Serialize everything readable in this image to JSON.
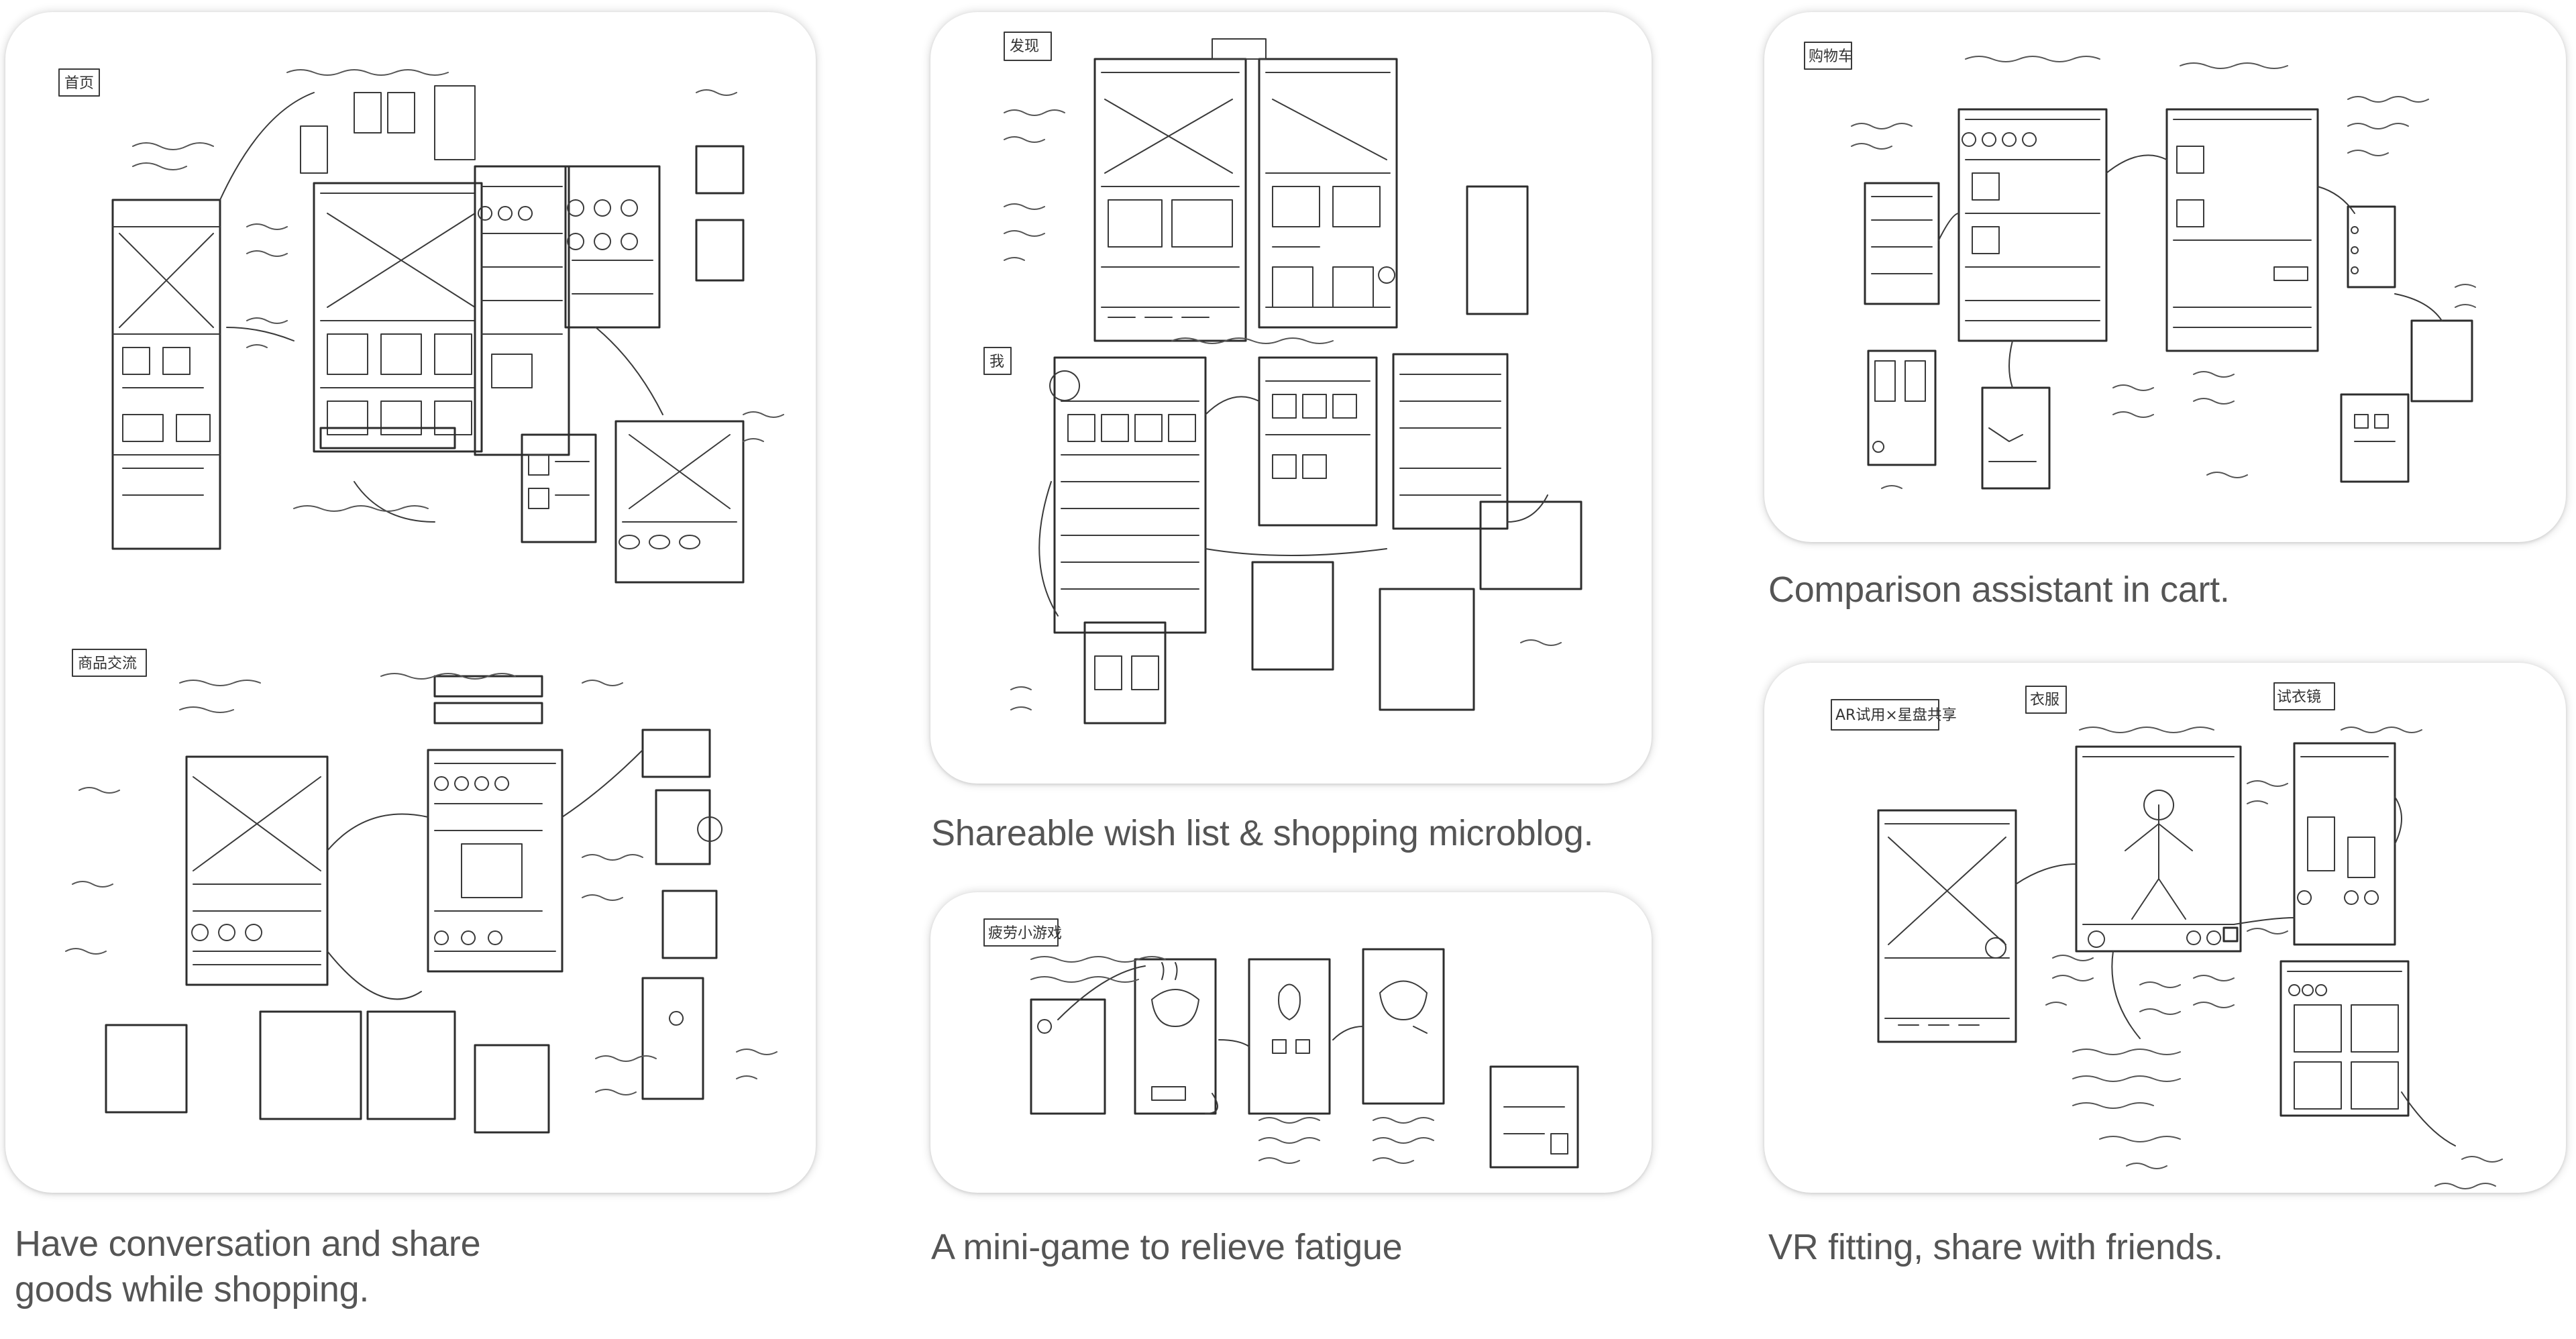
{
  "captions": {
    "conversation": "Have conversation and share goods while shopping.",
    "wishlist": "Shareable wish list & shopping microblog.",
    "minigame": "A mini-game to relieve fatigue",
    "comparison": "Comparison assistant in cart.",
    "vr": "VR fitting, share with friends."
  },
  "sketch_tags": {
    "conversation_top": "首页",
    "conversation_bottom": "商品交流",
    "wishlist_top": "发现",
    "wishlist_mid": "我",
    "minigame": "疲劳小游戏",
    "comparison": "购物车",
    "vr_main": "AR试用×星盘共享",
    "vr_a": "衣服",
    "vr_b": "试衣镜"
  }
}
